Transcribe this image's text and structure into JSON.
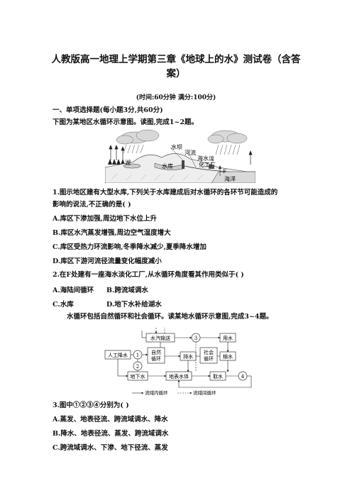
{
  "title_line1": "人教版高一地理上学期第三章《地球上的水》测试卷（含答",
  "title_line2": "案）",
  "meta": "(时间:60分钟   满分:100分)",
  "section1": "一、单项选择题(每小题3分,共60分)",
  "intro1": "下图为某地区水循环示意图。读图,完成1~2题。",
  "fig1_labels": {
    "dam": "水坝",
    "river": "河流",
    "desal_line1": "海水淡",
    "desal_line2": "化工厂",
    "lake": "湖",
    "reservoir": "水库",
    "sea": "海洋",
    "F": "F"
  },
  "q1_line1": "1.图示地区建有大型水库,下列关于水库建成后对水循环的各环节可能造成的",
  "q1_line2": "影响的说法,不正确的是(      )",
  "q1_A": "A.库区下渗加强,周边地下水位上升",
  "q1_B": "B.库区水汽蒸发增强,周边空气湿度增大",
  "q1_C": "C.库区受热力环流影响,冬季降水减少,夏季降水增加",
  "q1_D": "D.库区下游河流径流量变化幅度减小",
  "q2_stem": "2.在F处建有一座海水淡化工厂,从水循环角度看其作用类似于(      )",
  "q2_A": "A.海陆间循环",
  "q2_B": "B.跨流域调水",
  "q2_C": "C.水库",
  "q2_D": "D.地下水补给湖水",
  "intro2": "水循环包括自然循环和社会循环。读某地水循环示意图,完成3~4题。",
  "fig2_labels": {
    "vapor": "水汽输送",
    "n3": "3",
    "use": "用水",
    "artificial": "人工降水",
    "n1": "1",
    "natural_line1": "自然",
    "natural_line2": "循环",
    "drain": "排水",
    "social_line1": "社会",
    "social_line2": "循环",
    "supply": "输水",
    "n2": "2",
    "ground": "地下水",
    "surface": "地表水体",
    "take": "取水",
    "n4": "4",
    "legend_inner": "流域内循环",
    "legend_inter": "流域间循环"
  },
  "q3_stem": "3.图中①②③④分别为(      )",
  "q3_A": "A.蒸发、地表径流、跨流域调水、降水",
  "q3_B": "B.降水、地表径流、蒸发、跨流域调水",
  "q3_C": "C.跨流域调水、下渗、地下径流、蒸发"
}
